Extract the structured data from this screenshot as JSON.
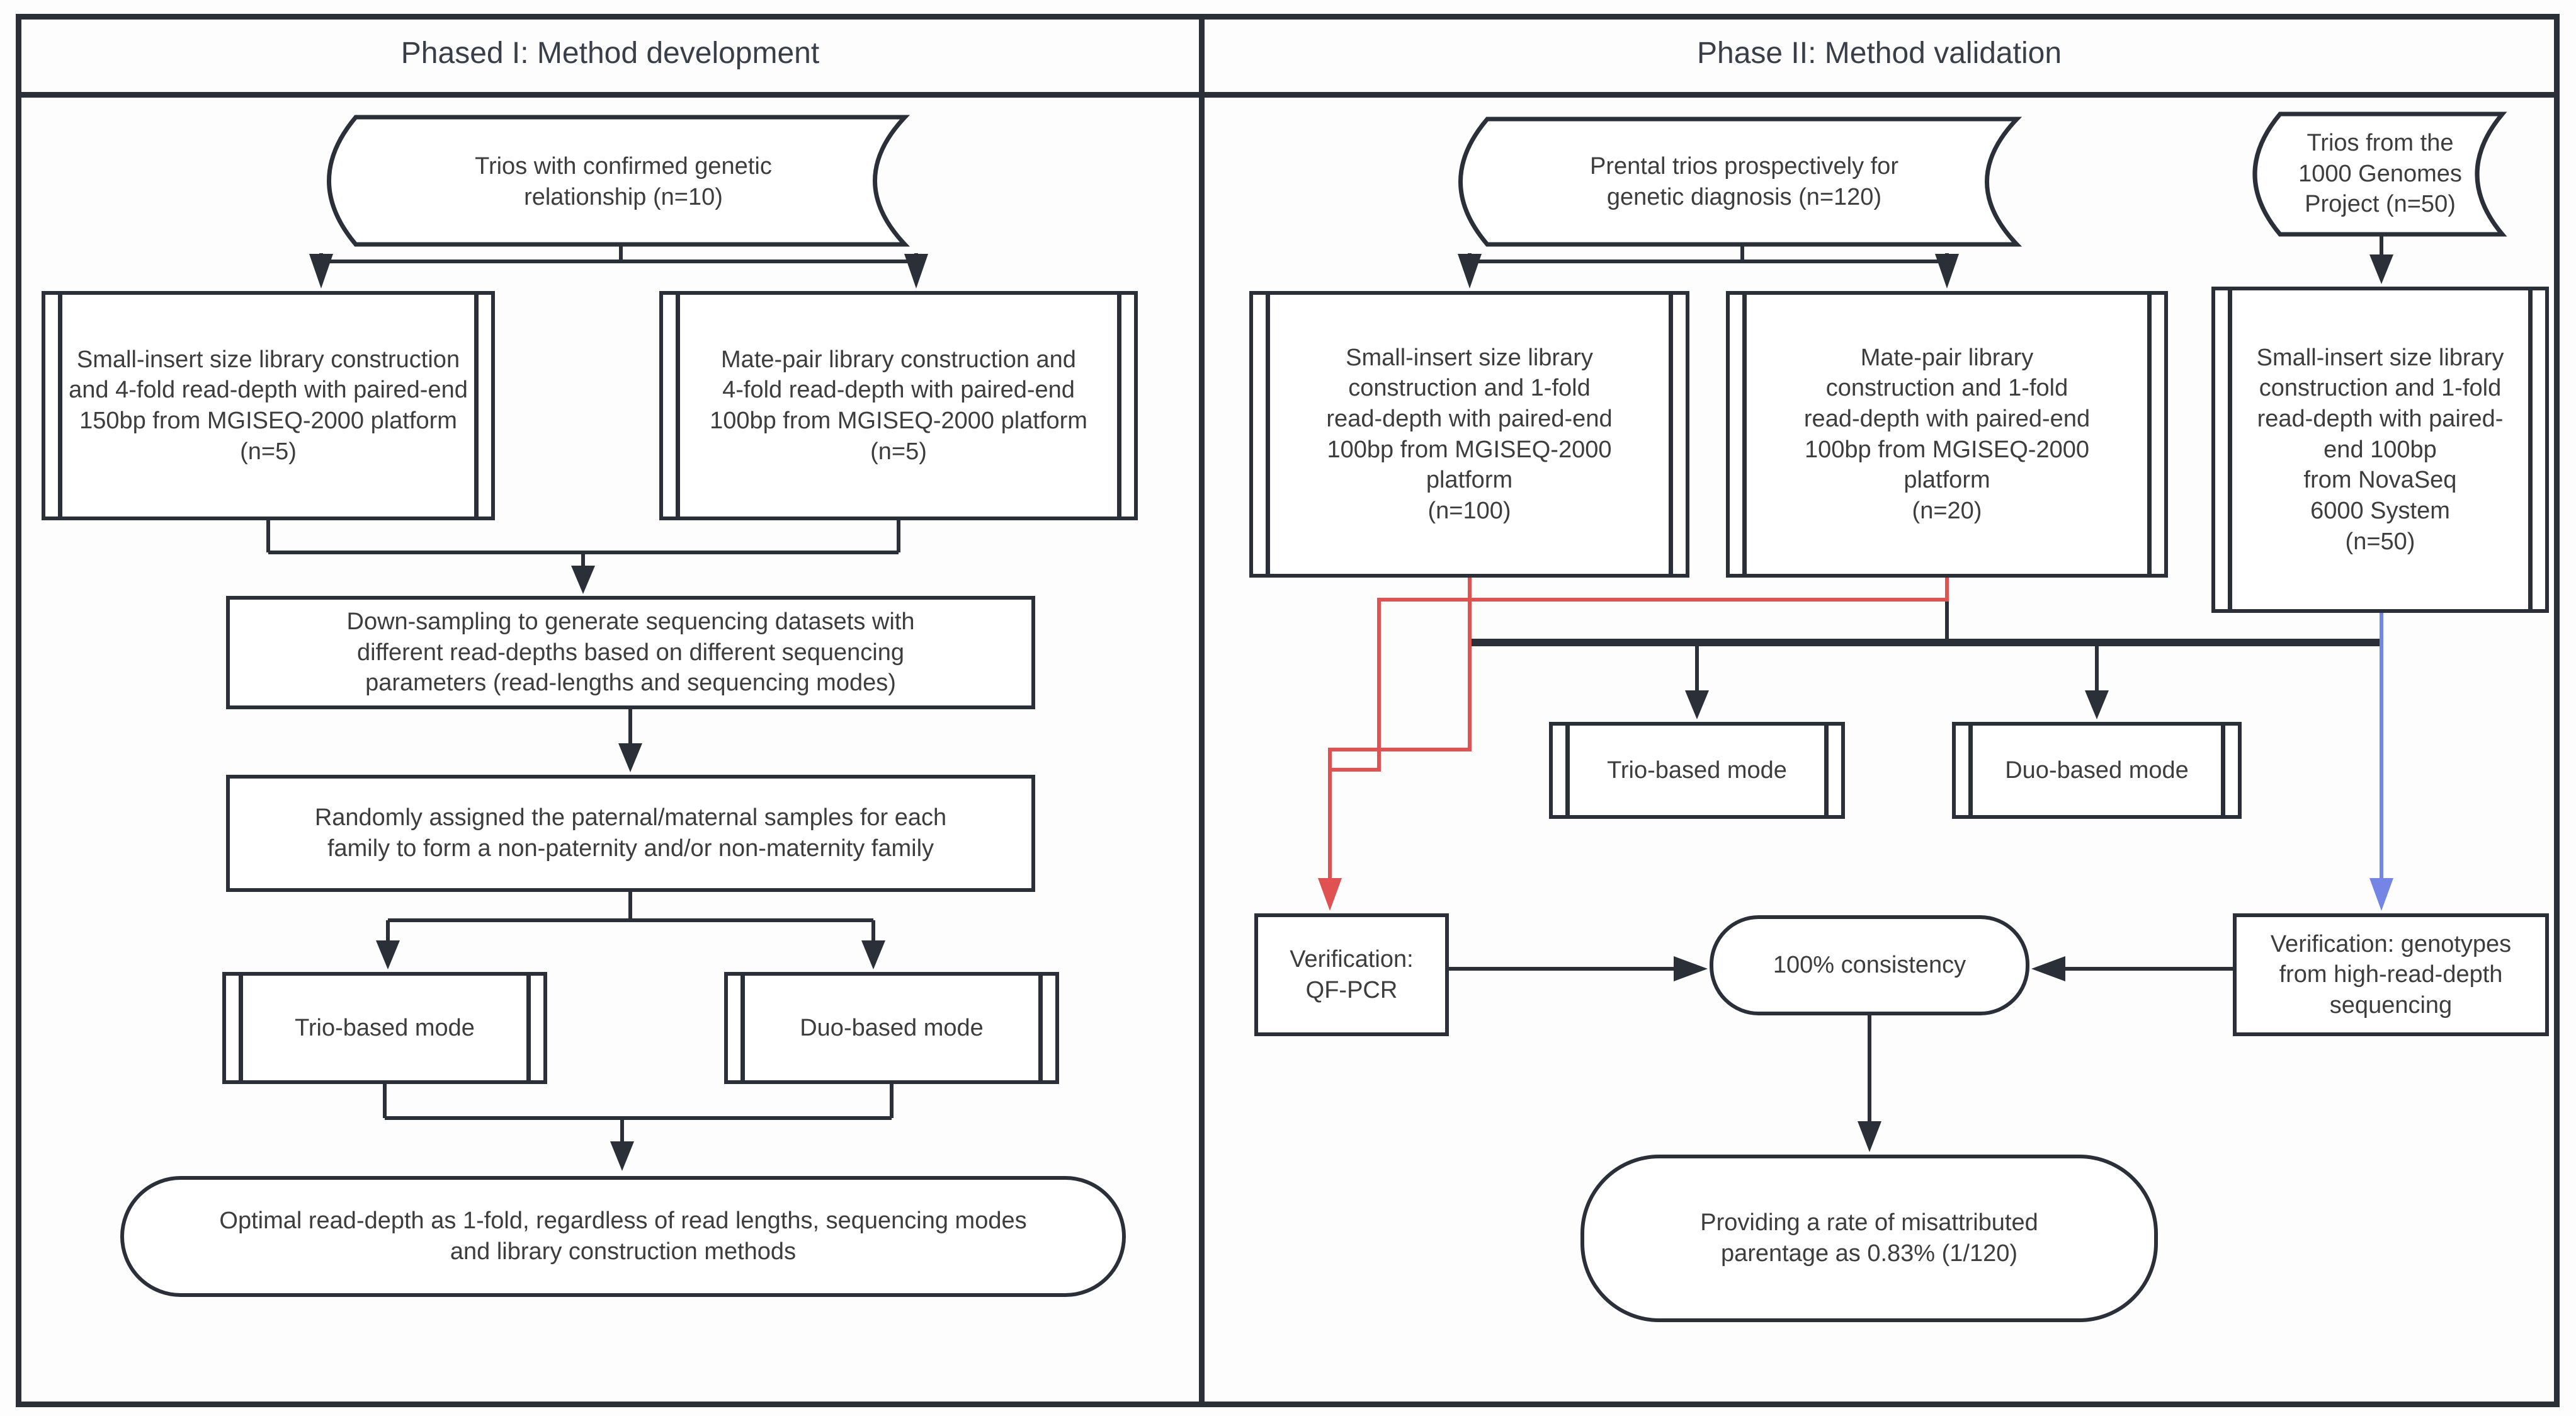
{
  "colors": {
    "line": "#2a2f38",
    "red": "#e05252",
    "blue": "#7585e6"
  },
  "phase1": {
    "title": "Phased I: Method development",
    "source_trios": "Trios with confirmed genetic\nrelationship (n=10)",
    "lib_small_insert": "Small-insert size library construction\nand 4-fold read-depth with paired-end\n150bp from MGISEQ-2000 platform\n(n=5)",
    "lib_mate_pair": "Mate-pair library construction and\n4-fold read-depth with paired-end\n100bp from MGISEQ-2000 platform\n(n=5)",
    "downsampling": "Down-sampling to generate sequencing datasets with\ndifferent read-depths based on different sequencing\nparameters (read-lengths and sequencing modes)",
    "random_assignment": "Randomly assigned the paternal/maternal samples for each\nfamily to form a non-paternity and/or non-maternity family",
    "trio_mode": "Trio-based mode",
    "duo_mode": "Duo-based mode",
    "conclusion": "Optimal read-depth as 1-fold, regardless of read lengths, sequencing modes\nand library construction methods"
  },
  "phase2": {
    "title": "Phase II: Method validation",
    "source_prenatal": "Prental trios prospectively for\ngenetic diagnosis (n=120)",
    "source_1000genomes": "Trios from the\n1000 Genomes\nProject (n=50)",
    "lib_small_insert": "Small-insert size library\nconstruction and 1-fold\nread-depth with paired-end\n100bp from MGISEQ-2000\nplatform\n(n=100)",
    "lib_mate_pair": "Mate-pair library\nconstruction and 1-fold\nread-depth with paired-end\n100bp from MGISEQ-2000\nplatform\n(n=20)",
    "lib_novaseq": "Small-insert size library\nconstruction and 1-fold\nread-depth with paired-\nend 100bp\nfrom NovaSeq\n6000 System\n(n=50)",
    "trio_mode": "Trio-based mode",
    "duo_mode": "Duo-based mode",
    "verify_qfpcr": "Verification:\nQF-PCR",
    "consistency": "100% consistency",
    "verify_genotypes": "Verification: genotypes\nfrom high-read-depth\nsequencing",
    "conclusion": "Providing a rate of misattributed\nparentage as 0.83% (1/120)"
  }
}
